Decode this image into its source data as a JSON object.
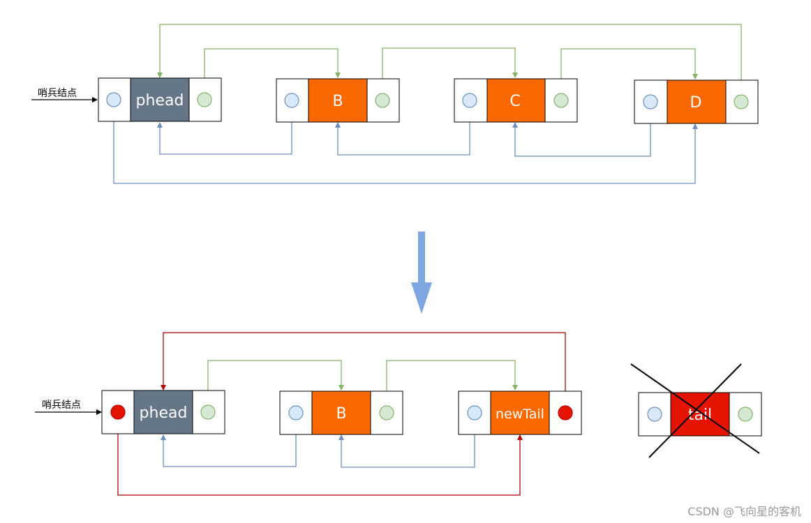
{
  "colors": {
    "cell_border": "#000000",
    "head_fill": "#647687",
    "node_fill": "#fa6800",
    "removed_fill": "#e51400",
    "prev_circle_fill": "#dae8fc",
    "prev_circle_stroke": "#6c8ebf",
    "next_circle_fill": "#d5e8d4",
    "next_circle_stroke": "#82b366",
    "red_circle_fill": "#e51400",
    "red_circle_stroke": "#b20000",
    "next_link": "#82b366",
    "prev_link": "#6c8ebf",
    "changed_link": "#b20000",
    "down_arrow": "#7ea6e0",
    "cross": "#000000"
  },
  "top": {
    "sentinel_label": "哨兵结点",
    "nodes": [
      {
        "label": "phead",
        "kind": "head"
      },
      {
        "label": "B",
        "kind": "normal"
      },
      {
        "label": "C",
        "kind": "normal"
      },
      {
        "label": "D",
        "kind": "normal"
      }
    ]
  },
  "bottom": {
    "sentinel_label": "哨兵结点",
    "nodes": [
      {
        "label": "phead",
        "kind": "head",
        "prev": "red"
      },
      {
        "label": "B",
        "kind": "normal"
      },
      {
        "label": "newTail",
        "kind": "normal",
        "next": "red"
      }
    ],
    "removed": {
      "label": "tail",
      "kind": "removed"
    }
  },
  "watermark": "CSDN @飞向星的客机"
}
